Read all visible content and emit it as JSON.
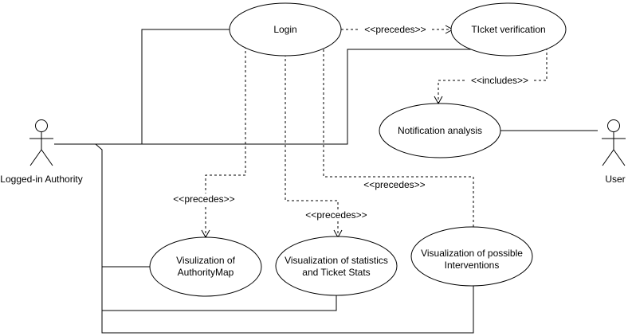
{
  "actors": {
    "authority": "Logged-in Authority",
    "user": "User"
  },
  "use_cases": {
    "login": "Login",
    "ticket_verification": "TIcket verification",
    "notification_analysis": "Notification analysis",
    "authority_map_line1": "Visulization of",
    "authority_map_line2": "AuthorityMap",
    "statistics_line1": "Visualization of statistics",
    "statistics_line2": "and Ticket Stats",
    "interventions_line1": "Visualization of possible",
    "interventions_line2": "Interventions"
  },
  "relations": {
    "login_to_ticket": "<<precedes>>",
    "ticket_to_notification": "<<includes>>",
    "login_to_authoritymap": "<<precedes>>",
    "login_to_statistics": "<<precedes>>",
    "login_to_interventions": "<<precedes>>"
  }
}
